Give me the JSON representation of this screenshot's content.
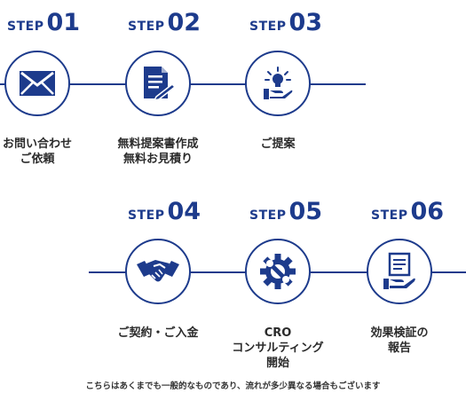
{
  "colors": {
    "accent": "#1d3b8c",
    "text": "#2b2b2b",
    "background": "#ffffff"
  },
  "steps": [
    {
      "word": "STEP",
      "num": "01",
      "icon": "envelope-icon",
      "lines": [
        "お問い合わせ",
        "ご依頼"
      ]
    },
    {
      "word": "STEP",
      "num": "02",
      "icon": "document-pen-icon",
      "lines": [
        "無料提案書作成",
        "無料お見積り"
      ]
    },
    {
      "word": "STEP",
      "num": "03",
      "icon": "idea-hand-icon",
      "lines": [
        "ご提案"
      ]
    },
    {
      "word": "STEP",
      "num": "04",
      "icon": "handshake-icon",
      "lines": [
        "ご契約・ご入金"
      ]
    },
    {
      "word": "STEP",
      "num": "05",
      "icon": "gear-wrench-icon",
      "lines": [
        "CRO",
        "コンサルティング",
        "開始"
      ]
    },
    {
      "word": "STEP",
      "num": "06",
      "icon": "report-hand-icon",
      "lines": [
        "効果検証の",
        "報告"
      ]
    }
  ],
  "footer_note": "こちらはあくまでも一般的なものであり、流れが多少異なる場合もございます"
}
